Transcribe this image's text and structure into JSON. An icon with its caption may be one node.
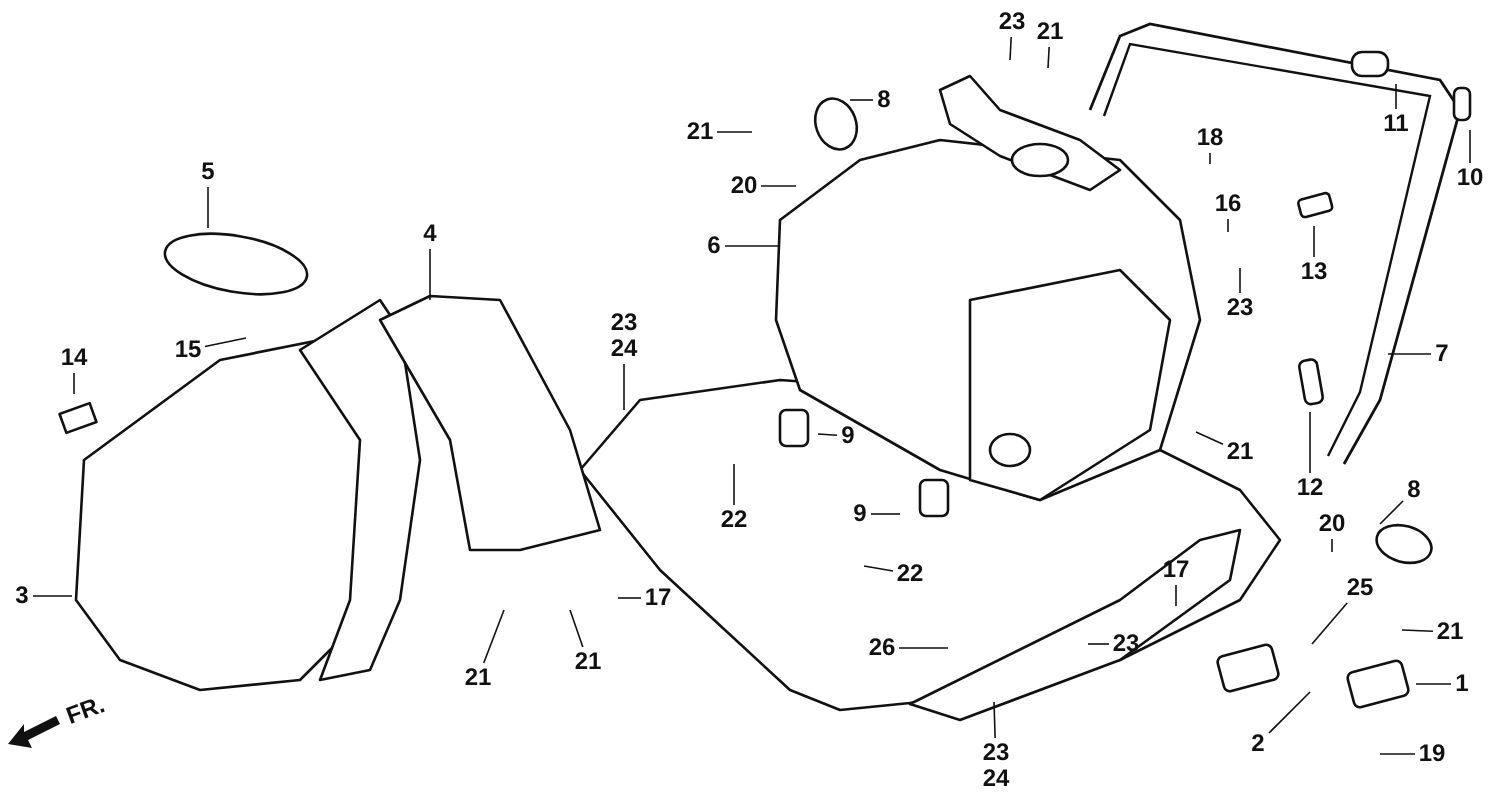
{
  "diagram": {
    "nodes": [
      {
        "text": [
          "23"
        ]
      },
      {
        "text": [
          "21"
        ]
      },
      {
        "text": [
          "8"
        ]
      },
      {
        "text": [
          "21"
        ]
      },
      {
        "text": [
          "5"
        ]
      },
      {
        "text": [
          "20"
        ]
      },
      {
        "text": [
          "11"
        ]
      },
      {
        "text": [
          "10"
        ]
      },
      {
        "text": [
          "18"
        ]
      },
      {
        "text": [
          "4"
        ]
      },
      {
        "text": [
          "6"
        ]
      },
      {
        "text": [
          "16"
        ]
      },
      {
        "text": [
          "13"
        ]
      },
      {
        "text": [
          "23"
        ]
      },
      {
        "text": [
          "15"
        ]
      },
      {
        "text": [
          "14"
        ]
      },
      {
        "text": [
          "23",
          "24"
        ]
      },
      {
        "text": [
          "7"
        ]
      },
      {
        "text": [
          "21"
        ]
      },
      {
        "text": [
          "9"
        ]
      },
      {
        "text": [
          "12"
        ]
      },
      {
        "text": [
          "22"
        ]
      },
      {
        "text": [
          "9"
        ]
      },
      {
        "text": [
          "22"
        ]
      },
      {
        "text": [
          "8"
        ]
      },
      {
        "text": [
          "20"
        ]
      },
      {
        "text": [
          "3"
        ]
      },
      {
        "text": [
          "17"
        ]
      },
      {
        "text": [
          "25"
        ]
      },
      {
        "text": [
          "17"
        ]
      },
      {
        "text": [
          "21"
        ]
      },
      {
        "text": [
          "26"
        ]
      },
      {
        "text": [
          "23"
        ]
      },
      {
        "text": [
          "21"
        ]
      },
      {
        "text": [
          "21"
        ]
      },
      {
        "text": [
          "1"
        ]
      },
      {
        "text": [
          "2"
        ]
      },
      {
        "text": [
          "23",
          "24"
        ]
      },
      {
        "text": [
          "19"
        ]
      }
    ],
    "edges": [
      {
        "from": 0,
        "to": null,
        "arrow": "none"
      },
      {
        "from": 1,
        "to": null,
        "arrow": "none"
      },
      {
        "from": 2,
        "to": null,
        "arrow": "none"
      },
      {
        "from": 3,
        "to": null,
        "arrow": "none"
      },
      {
        "from": 4,
        "to": null,
        "arrow": "none"
      },
      {
        "from": 5,
        "to": null,
        "arrow": "none"
      },
      {
        "from": 6,
        "to": null,
        "arrow": "none"
      },
      {
        "from": 7,
        "to": null,
        "arrow": "none"
      },
      {
        "from": 8,
        "to": null,
        "arrow": "none"
      },
      {
        "from": 9,
        "to": null,
        "arrow": "none"
      },
      {
        "from": 10,
        "to": null,
        "arrow": "none"
      },
      {
        "from": 11,
        "to": null,
        "arrow": "none"
      },
      {
        "from": 12,
        "to": null,
        "arrow": "none"
      },
      {
        "from": 13,
        "to": null,
        "arrow": "none"
      },
      {
        "from": 14,
        "to": null,
        "arrow": "none"
      },
      {
        "from": 15,
        "to": null,
        "arrow": "none"
      },
      {
        "from": 16,
        "to": null,
        "arrow": "none"
      },
      {
        "from": 17,
        "to": null,
        "arrow": "none"
      },
      {
        "from": 18,
        "to": null,
        "arrow": "none"
      },
      {
        "from": 19,
        "to": null,
        "arrow": "none"
      },
      {
        "from": 20,
        "to": null,
        "arrow": "none"
      },
      {
        "from": 21,
        "to": null,
        "arrow": "none"
      },
      {
        "from": 22,
        "to": null,
        "arrow": "none"
      },
      {
        "from": 23,
        "to": null,
        "arrow": "none"
      },
      {
        "from": 24,
        "to": null,
        "arrow": "none"
      },
      {
        "from": 25,
        "to": null,
        "arrow": "none"
      },
      {
        "from": 26,
        "to": null,
        "arrow": "none"
      },
      {
        "from": 27,
        "to": null,
        "arrow": "none"
      },
      {
        "from": 28,
        "to": null,
        "arrow": "none"
      },
      {
        "from": 29,
        "to": null,
        "arrow": "none"
      },
      {
        "from": 30,
        "to": null,
        "arrow": "none"
      },
      {
        "from": 31,
        "to": null,
        "arrow": "none"
      },
      {
        "from": 32,
        "to": null,
        "arrow": "none"
      },
      {
        "from": 33,
        "to": null,
        "arrow": "none"
      },
      {
        "from": 34,
        "to": null,
        "arrow": "none"
      },
      {
        "from": 35,
        "to": null,
        "arrow": "none"
      },
      {
        "from": 36,
        "to": null,
        "arrow": "none"
      },
      {
        "from": 37,
        "to": null,
        "arrow": "none"
      },
      {
        "from": 38,
        "to": null,
        "arrow": "none"
      }
    ],
    "labels": [
      "FR."
    ]
  }
}
